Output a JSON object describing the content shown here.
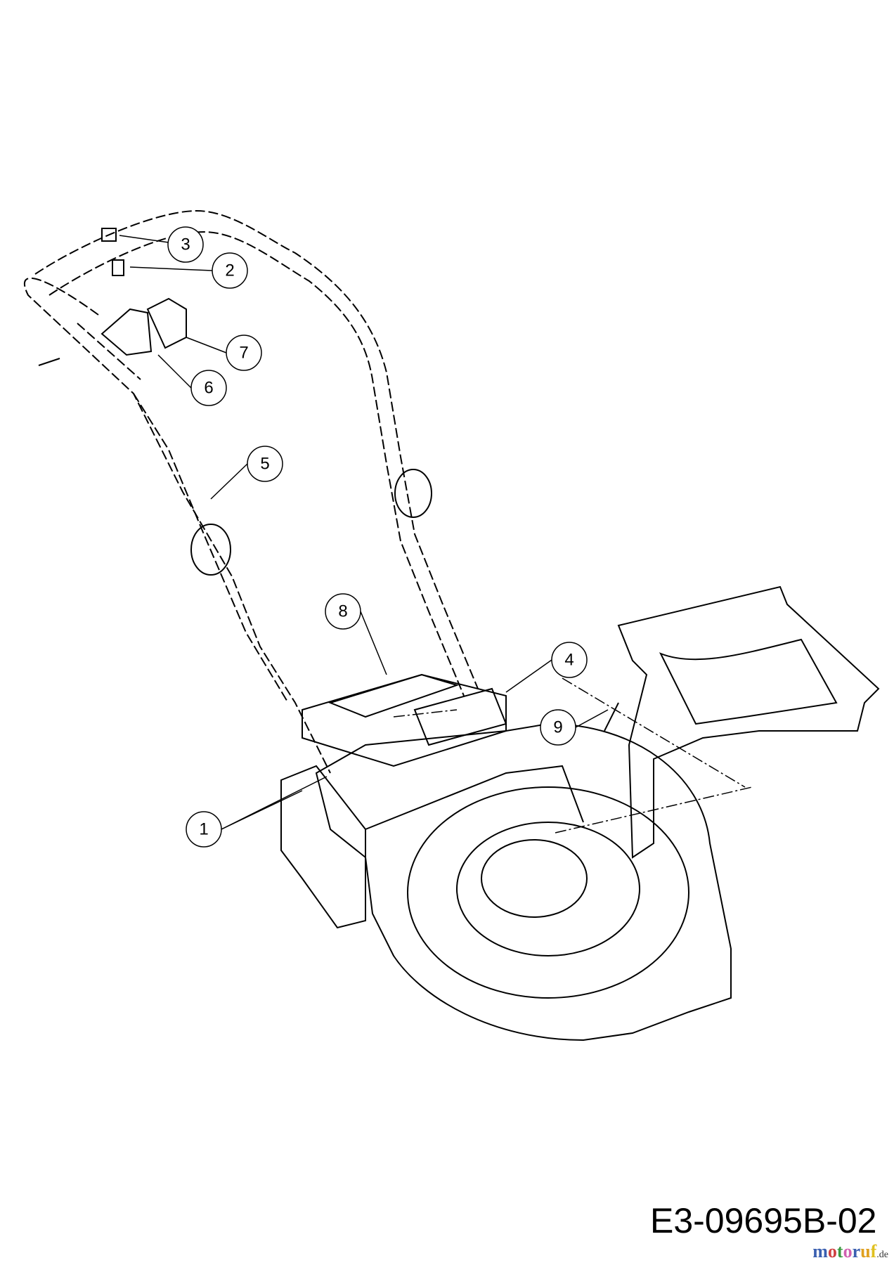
{
  "diagram": {
    "drawing_code": "E3-09695B-02",
    "watermark": "motoruf.de",
    "callouts": [
      {
        "label": "3"
      },
      {
        "label": "2"
      },
      {
        "label": "7"
      },
      {
        "label": "6"
      },
      {
        "label": "5"
      },
      {
        "label": "8"
      },
      {
        "label": "4"
      },
      {
        "label": "9"
      },
      {
        "label": "1"
      }
    ]
  }
}
